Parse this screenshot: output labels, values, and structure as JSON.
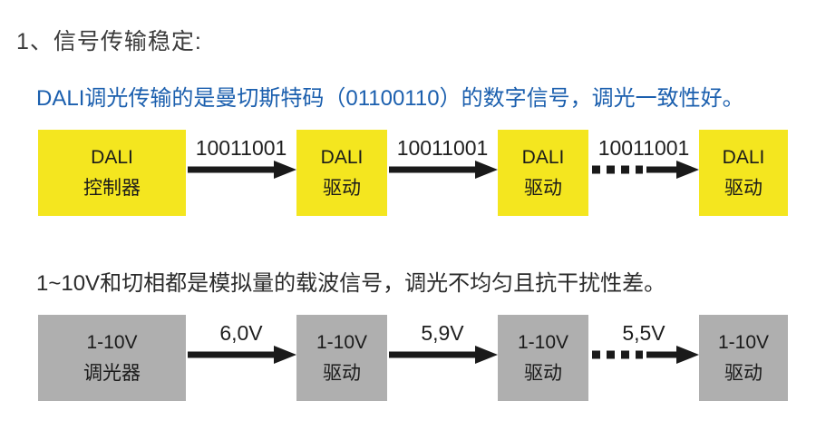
{
  "page": {
    "title": "1、信号传输稳定:"
  },
  "colors": {
    "dali_subtitle_blue": "#1b5fae",
    "dali_box_yellow": "#f4e61f",
    "analog_box_gray": "#afafaf",
    "arrow_black": "#1a1a1a",
    "title_gray": "#3a3a3a"
  },
  "sections": {
    "dali": {
      "subtitle": "DALI调光传输的是曼切斯特码（01100110）的数字信号，调光一致性好。",
      "nodes": [
        {
          "line1": "DALI",
          "line2": "控制器"
        },
        {
          "line1": "DALI",
          "line2": "驱动"
        },
        {
          "line1": "DALI",
          "line2": "驱动"
        },
        {
          "line1": "DALI",
          "line2": "驱动"
        }
      ],
      "arrows": [
        {
          "label": "10011001",
          "style": "solid"
        },
        {
          "label": "10011001",
          "style": "solid"
        },
        {
          "label": "10011001",
          "style": "dashed"
        }
      ]
    },
    "analog": {
      "subtitle": "1~10V和切相都是模拟量的载波信号，调光不均匀且抗干扰性差。",
      "nodes": [
        {
          "line1": "1-10V",
          "line2": "调光器"
        },
        {
          "line1": "1-10V",
          "line2": "驱动"
        },
        {
          "line1": "1-10V",
          "line2": "驱动"
        },
        {
          "line1": "1-10V",
          "line2": "驱动"
        }
      ],
      "arrows": [
        {
          "label": "6,0V",
          "style": "solid"
        },
        {
          "label": "5,9V",
          "style": "solid"
        },
        {
          "label": "5,5V",
          "style": "dashed"
        }
      ]
    }
  }
}
